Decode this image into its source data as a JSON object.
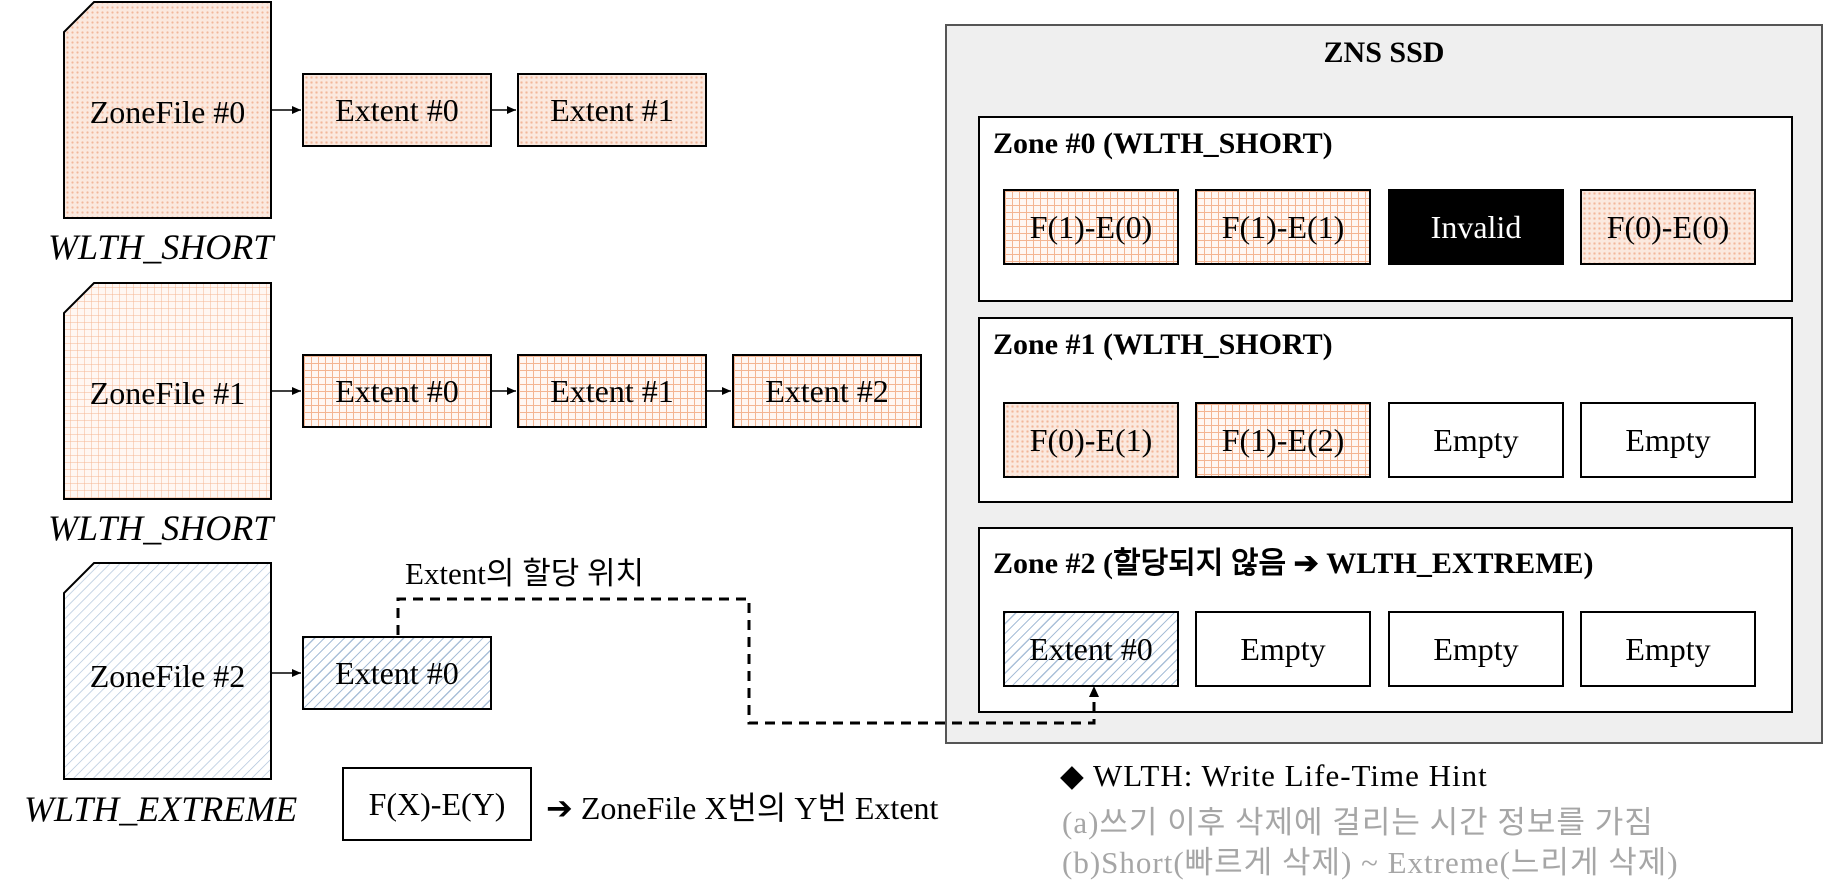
{
  "colors": {
    "short_fill": "#fbe9df",
    "short_pattern": "#f2b79a",
    "extreme_pattern": "#a9bfd8",
    "invalid_fill": "#000000",
    "panel_fill": "#efefef",
    "note_gray": "#a6a6a6"
  },
  "files": [
    {
      "name": "ZoneFile #0",
      "hint": "WLTH_SHORT",
      "pattern": "dots",
      "extents": [
        "Extent #0",
        "Extent #1"
      ]
    },
    {
      "name": "ZoneFile #1",
      "hint": "WLTH_SHORT",
      "pattern": "grid",
      "extents": [
        "Extent #0",
        "Extent #1",
        "Extent #2"
      ]
    },
    {
      "name": "ZoneFile #2",
      "hint": "WLTH_EXTREME",
      "pattern": "hatch",
      "extents": [
        "Extent #0"
      ]
    }
  ],
  "allocation_label": "Extent의 할당 위치",
  "legend": {
    "key": "F(X)-E(Y)",
    "arrow_glyph": "➔",
    "description": "ZoneFile X번의 Y번 Extent"
  },
  "ssd": {
    "title": "ZNS SSD",
    "zones": [
      {
        "title": "Zone #0 (WLTH_SHORT)",
        "cells": [
          {
            "label": "F(1)-E(0)",
            "style": "grid"
          },
          {
            "label": "F(1)-E(1)",
            "style": "grid"
          },
          {
            "label": "Invalid",
            "style": "invalid"
          },
          {
            "label": "F(0)-E(0)",
            "style": "dots"
          }
        ]
      },
      {
        "title": "Zone #1 (WLTH_SHORT)",
        "cells": [
          {
            "label": "F(0)-E(1)",
            "style": "dots"
          },
          {
            "label": "F(1)-E(2)",
            "style": "grid"
          },
          {
            "label": "Empty",
            "style": "empty"
          },
          {
            "label": "Empty",
            "style": "empty"
          }
        ]
      },
      {
        "title": "Zone #2 (할당되지 않음 ➔ WLTH_EXTREME)",
        "cells": [
          {
            "label": "Extent #0",
            "style": "hatch"
          },
          {
            "label": "Empty",
            "style": "empty"
          },
          {
            "label": "Empty",
            "style": "empty"
          },
          {
            "label": "Empty",
            "style": "empty"
          }
        ]
      }
    ]
  },
  "notes": {
    "line1": "◆ WLTH: Write Life-Time Hint",
    "line2": "(a)쓰기 이후 삭제에 걸리는 시간 정보를 가짐",
    "line3": "(b)Short(빠르게 삭제) ~ Extreme(느리게 삭제)"
  }
}
